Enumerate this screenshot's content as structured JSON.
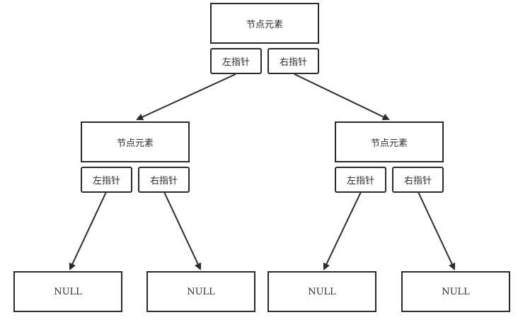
{
  "tree": {
    "root": {
      "element": "节点元素",
      "left": "左指针",
      "right": "右指针"
    },
    "left_child": {
      "element": "节点元素",
      "left": "左指针",
      "right": "右指针"
    },
    "right_child": {
      "element": "节点元素",
      "left": "左指针",
      "right": "右指针"
    },
    "leaves": [
      "NULL",
      "NULL",
      "NULL",
      "NULL"
    ]
  },
  "colors": {
    "stroke": "#2b2b2b",
    "background": "#ffffff"
  }
}
